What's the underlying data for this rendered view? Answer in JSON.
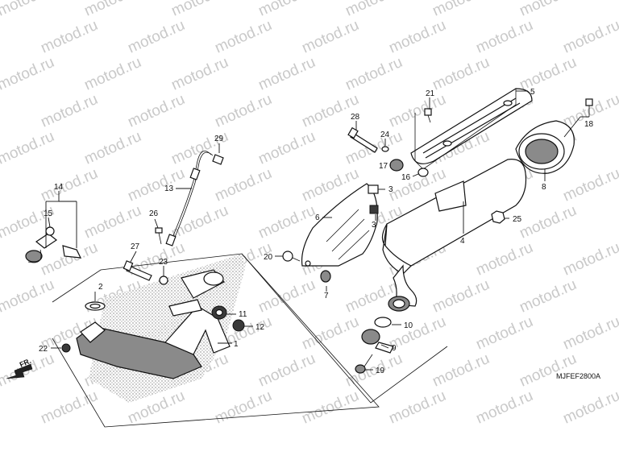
{
  "diagram": {
    "watermark_text": "motod.ru",
    "drawing_code": "MJFEF2800A",
    "direction_label": "FR.",
    "callouts": [
      {
        "id": "c1",
        "label": "1"
      },
      {
        "id": "c2",
        "label": "2"
      },
      {
        "id": "c3a",
        "label": "3"
      },
      {
        "id": "c3b",
        "label": "3"
      },
      {
        "id": "c4",
        "label": "4"
      },
      {
        "id": "c5",
        "label": "5"
      },
      {
        "id": "c6",
        "label": "6"
      },
      {
        "id": "c7",
        "label": "7"
      },
      {
        "id": "c8",
        "label": "8"
      },
      {
        "id": "c9",
        "label": "9"
      },
      {
        "id": "c10",
        "label": "10"
      },
      {
        "id": "c11",
        "label": "11"
      },
      {
        "id": "c12",
        "label": "12"
      },
      {
        "id": "c13",
        "label": "13"
      },
      {
        "id": "c14",
        "label": "14"
      },
      {
        "id": "c15",
        "label": "15"
      },
      {
        "id": "c16",
        "label": "16"
      },
      {
        "id": "c17",
        "label": "17"
      },
      {
        "id": "c18",
        "label": "18"
      },
      {
        "id": "c19",
        "label": "19"
      },
      {
        "id": "c20",
        "label": "20"
      },
      {
        "id": "c21",
        "label": "21"
      },
      {
        "id": "c22",
        "label": "22"
      },
      {
        "id": "c23",
        "label": "23"
      },
      {
        "id": "c24",
        "label": "24"
      },
      {
        "id": "c25",
        "label": "25"
      },
      {
        "id": "c26",
        "label": "26"
      },
      {
        "id": "c27",
        "label": "27"
      },
      {
        "id": "c28",
        "label": "28"
      },
      {
        "id": "c29",
        "label": "29"
      }
    ]
  }
}
